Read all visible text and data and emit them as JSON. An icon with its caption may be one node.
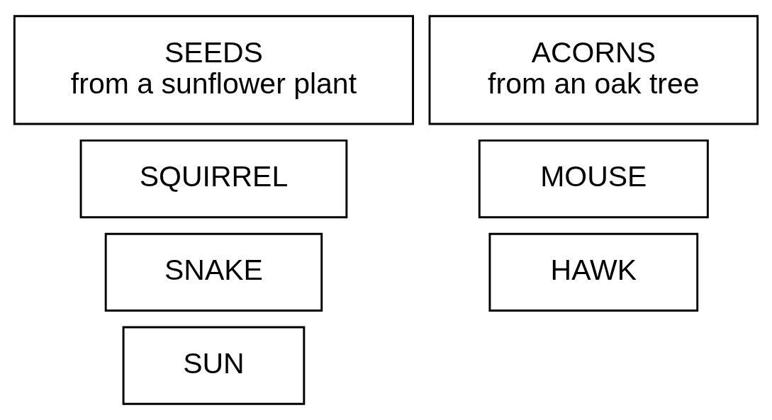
{
  "diagram": {
    "nodes": [
      {
        "text": [
          "HAWK"
        ]
      },
      {
        "text": [
          "ACORNS",
          "from an oak tree"
        ]
      },
      {
        "text": [
          "SEEDS",
          "from a sunflower plant"
        ]
      },
      {
        "text": [
          "SNAKE"
        ]
      },
      {
        "text": [
          "MOUSE"
        ]
      },
      {
        "text": [
          "SQUIRREL"
        ]
      },
      {
        "text": [
          "SUN"
        ]
      }
    ]
  }
}
